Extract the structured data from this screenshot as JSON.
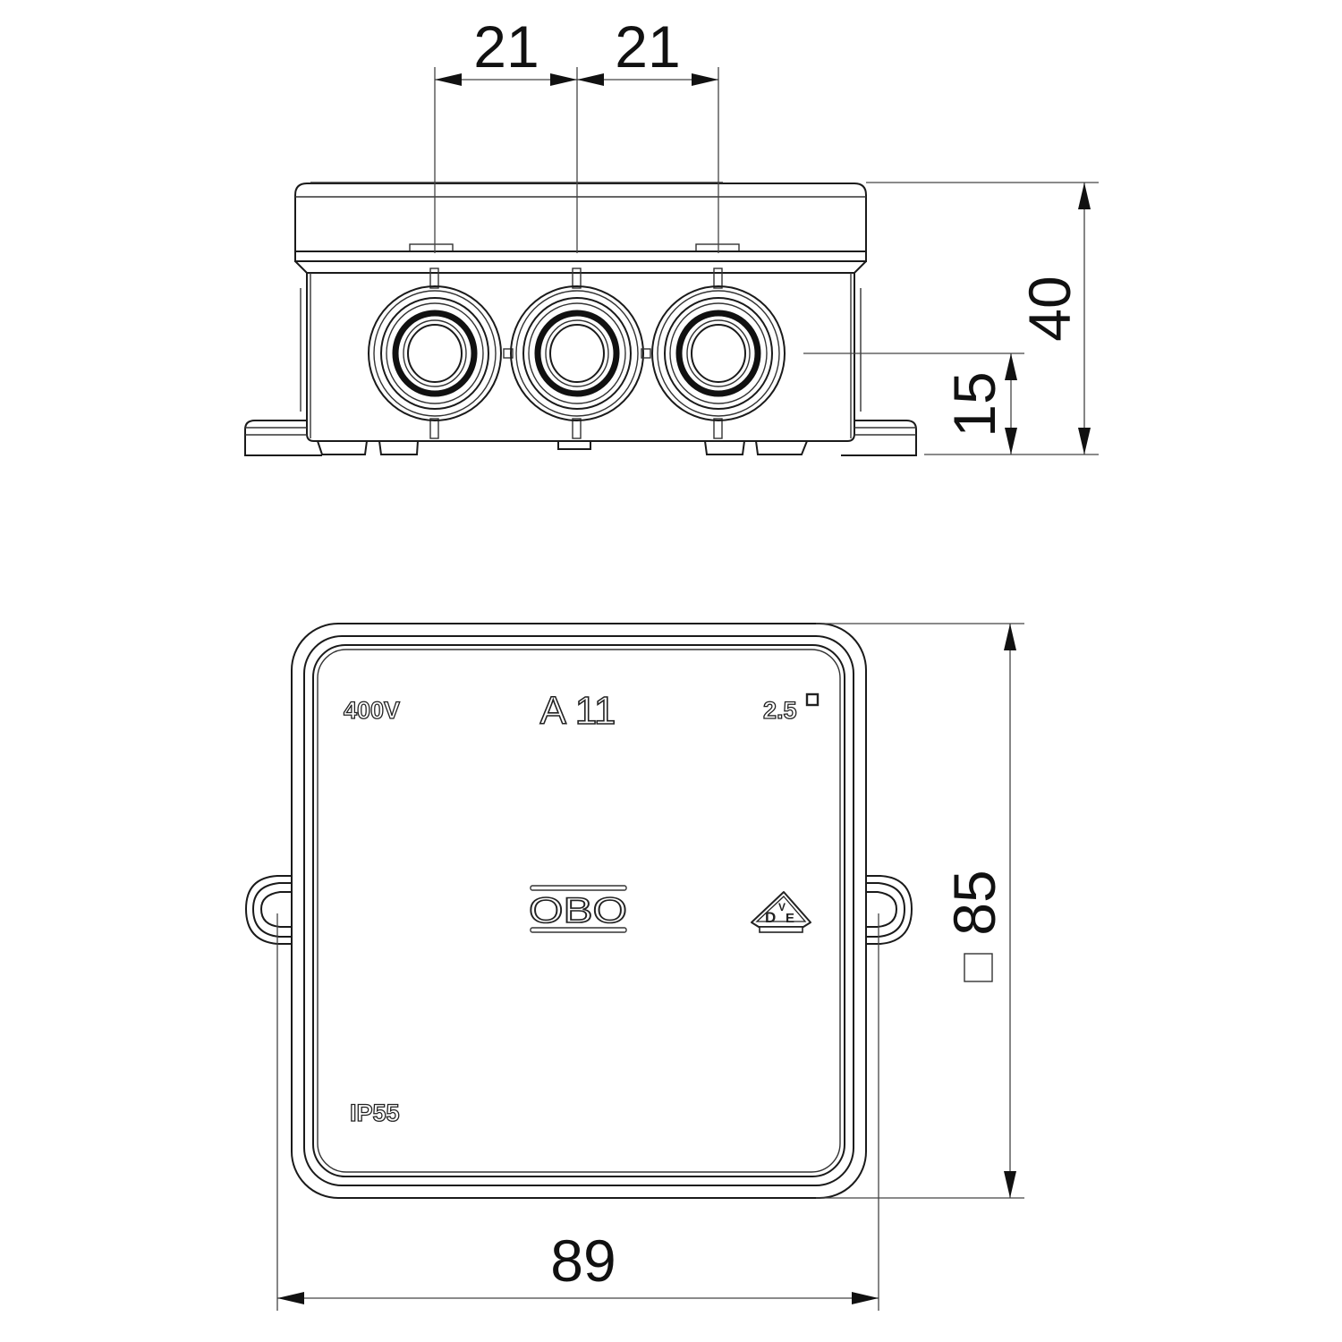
{
  "drawing": {
    "subject": "Junction box technical drawing",
    "views": [
      "side-view",
      "top-view"
    ]
  },
  "side_view": {
    "dimensions": {
      "entry_spacing_left": "21",
      "entry_spacing_right": "21",
      "total_height": "40",
      "entry_center_height": "15"
    },
    "cable_entries": 3
  },
  "top_view": {
    "lid_markings": {
      "voltage": "400V",
      "model": "A 11",
      "cross_section": "2.5",
      "protection_rating": "IP55",
      "brand_logo": "OBO",
      "cert_mark_top": "V",
      "cert_mark_bottom_left": "D",
      "cert_mark_bottom_right": "E"
    },
    "dimensions": {
      "width": "89",
      "square_size": "85"
    }
  }
}
